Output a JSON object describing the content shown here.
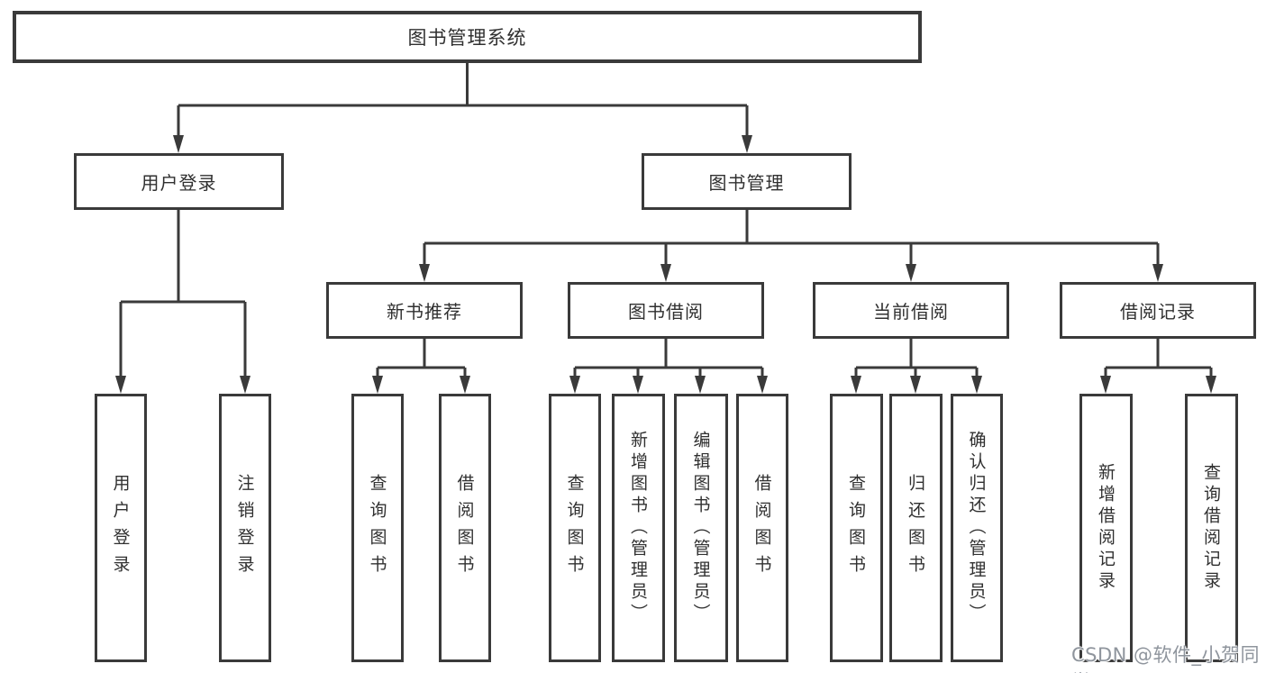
{
  "diagram_type": "hierarchy-flowchart",
  "colors": {
    "line": "#3a3a3a",
    "box_border": "#3a3a3a",
    "box_fill": "#ffffff",
    "text": "#303030",
    "watermark": "#8f959d"
  },
  "watermark": {
    "text": "CSDN @软件_小贺同学"
  },
  "tree": {
    "label": "图书管理系统",
    "children": [
      {
        "label": "用户登录",
        "children": [
          {
            "label": "用户登录"
          },
          {
            "label": "注销登录"
          }
        ]
      },
      {
        "label": "图书管理",
        "children": [
          {
            "label": "新书推荐",
            "children": [
              {
                "label": "查询图书"
              },
              {
                "label": "借阅图书"
              }
            ]
          },
          {
            "label": "图书借阅",
            "children": [
              {
                "label": "查询图书"
              },
              {
                "label": "新增图书（管理员）"
              },
              {
                "label": "编辑图书（管理员）"
              },
              {
                "label": "借阅图书"
              }
            ]
          },
          {
            "label": "当前借阅",
            "children": [
              {
                "label": "查询图书"
              },
              {
                "label": "归还图书"
              },
              {
                "label": "确认归还（管理员）"
              }
            ]
          },
          {
            "label": "借阅记录",
            "children": [
              {
                "label": "新增借阅记录"
              },
              {
                "label": "查询借阅记录"
              }
            ]
          }
        ]
      }
    ]
  }
}
